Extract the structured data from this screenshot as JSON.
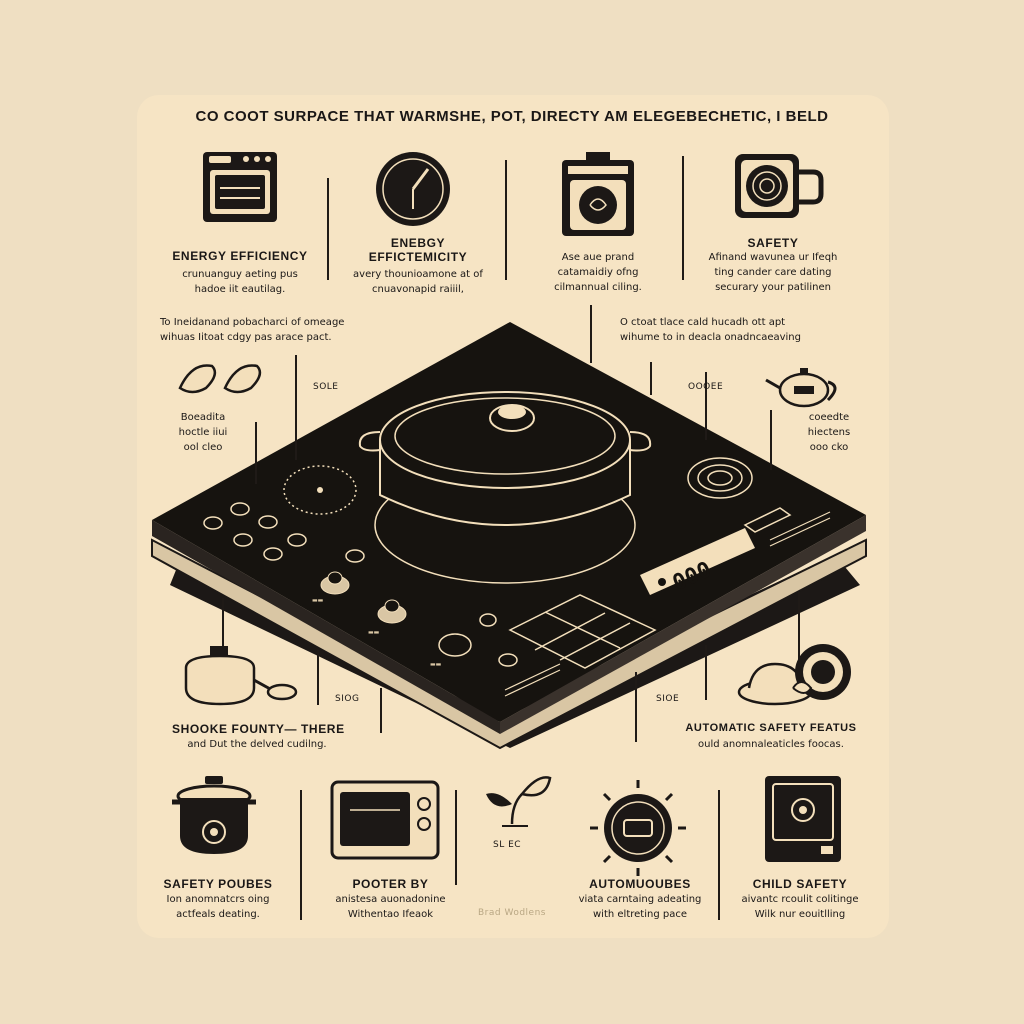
{
  "title": "CO COOT SURPACE THAT WARMSHE, POT, DIRECTY AM ELEGEBECHETIC, I BELD",
  "top_row": [
    {
      "label": "ENERGY EFFICIENCY",
      "desc": "crunuanguy aeting pus\nhadoe iit eautilag."
    },
    {
      "label": "ENEBGY\nEFFICTEMICITY",
      "desc": "avery thounioamone at of\ncnuavonapid raiiil,"
    },
    {
      "label": "",
      "desc": "Ase aue prand\ncatamaidiy ofng\ncilmannual ciling."
    },
    {
      "label": "SAFETY",
      "desc": "Afinand wavunea ur Ifeqh\nting cander care dating\nsecurary your patilinen"
    }
  ],
  "mid_notes": [
    {
      "text": "To Ineidanand pobacharci of omeage\nwihuas Iitoat cdgy pas arace pact."
    },
    {
      "text": "O ctoat tlace cald hucadh ott apt\nwihume to in deacla onadncaeaving"
    }
  ],
  "side_notes": [
    {
      "text": "Boeadita\nhoctle iiui\nool cleo"
    },
    {
      "text": "coeedte\nhiectens\nooo cko"
    }
  ],
  "small_tags": [
    {
      "text": "SOLE"
    },
    {
      "text": "OOOEE"
    },
    {
      "text": "SIOG"
    },
    {
      "text": "SIOE"
    },
    {
      "text": "SL EC"
    }
  ],
  "mid_bottom": [
    {
      "label": "SHOOKE FOUNTY— there",
      "desc": "and Dut the delved cudilng."
    },
    {
      "label": "AUTOMATIC SAFETY FEATUS",
      "desc": "ould anomnaleaticles foocas."
    }
  ],
  "bottom_row": [
    {
      "label": "SAFETY POUBES",
      "desc": "Ion anomnatcrs oing\nactfeals deating."
    },
    {
      "label": "POOTER BY",
      "desc": "anistesa auonadonine\nWithentao Ifeaok"
    },
    {
      "label": "AUTOMUOUBES",
      "desc": "viata carntaing adeating\nwith eltreting pace"
    },
    {
      "label": "CHILD SAFETY",
      "desc": "aivantc rcoulit colitinge\nWilk nur eouitlling"
    }
  ],
  "bottom_center_caption": "Brad Wodlens",
  "display_readout": "000",
  "colors": {
    "background": "#efdfc2",
    "card": "#f6e4c4",
    "ink": "#1a1716",
    "cooktop": "#16130f",
    "accent": "#f3dfbb"
  }
}
